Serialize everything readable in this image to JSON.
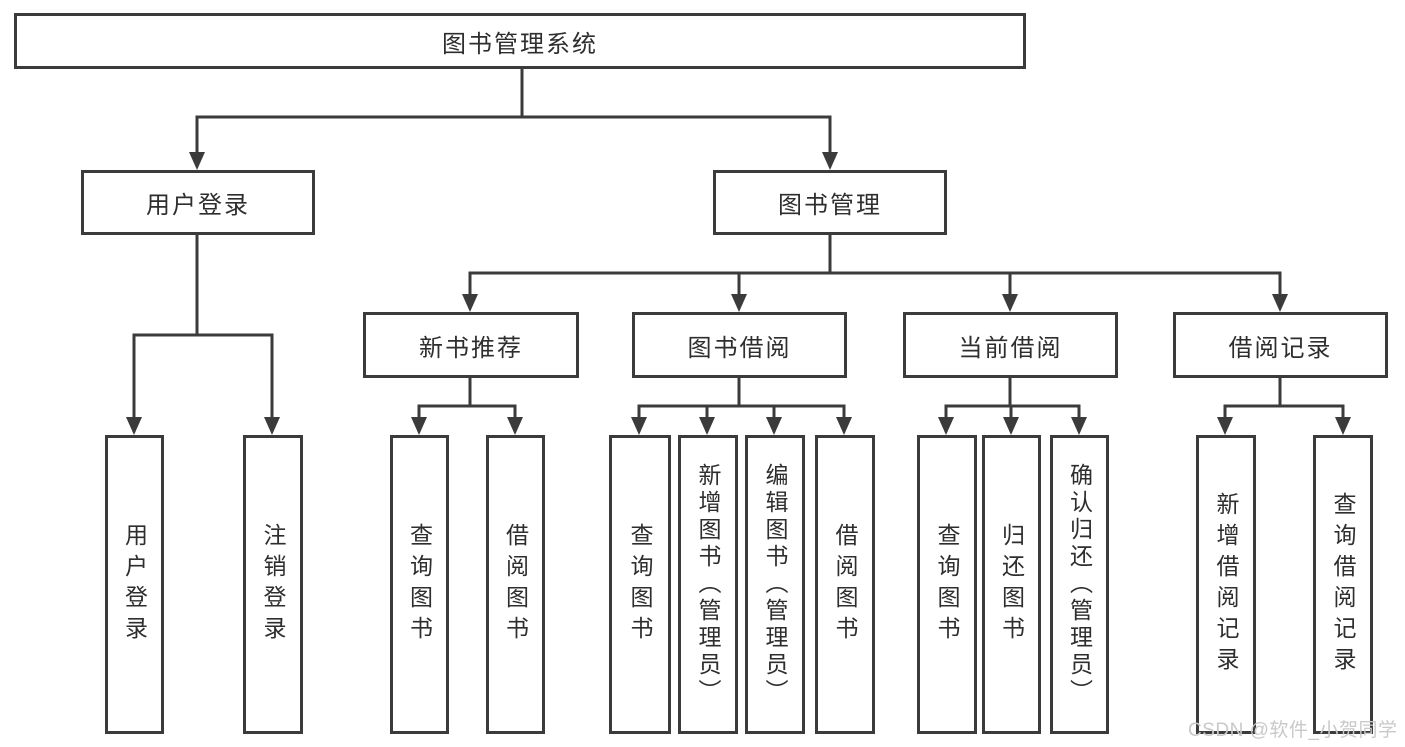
{
  "diagram": {
    "title": "图书管理系统",
    "root": {
      "label": "图书管理系统"
    },
    "branches": [
      {
        "label": "用户登录",
        "children": [
          {
            "label": "用户登录"
          },
          {
            "label": "注销登录"
          }
        ]
      },
      {
        "label": "图书管理",
        "children": [
          {
            "label": "新书推荐",
            "children": [
              {
                "label": "查询图书"
              },
              {
                "label": "借阅图书"
              }
            ]
          },
          {
            "label": "图书借阅",
            "children": [
              {
                "label": "查询图书"
              },
              {
                "label": "新增图书（管理员）"
              },
              {
                "label": "编辑图书（管理员）"
              },
              {
                "label": "借阅图书"
              }
            ]
          },
          {
            "label": "当前借阅",
            "children": [
              {
                "label": "查询图书"
              },
              {
                "label": "归还图书"
              },
              {
                "label": "确认归还（管理员）"
              }
            ]
          },
          {
            "label": "借阅记录",
            "children": [
              {
                "label": "新增借阅记录"
              },
              {
                "label": "查询借阅记录"
              }
            ]
          }
        ]
      }
    ]
  },
  "watermark": {
    "text": "CSDN @软件_小贺同学"
  },
  "colors": {
    "line": "#3b3b3b",
    "text": "#2e2e2e",
    "background": "#ffffff",
    "watermark": "#c9c9c9"
  }
}
